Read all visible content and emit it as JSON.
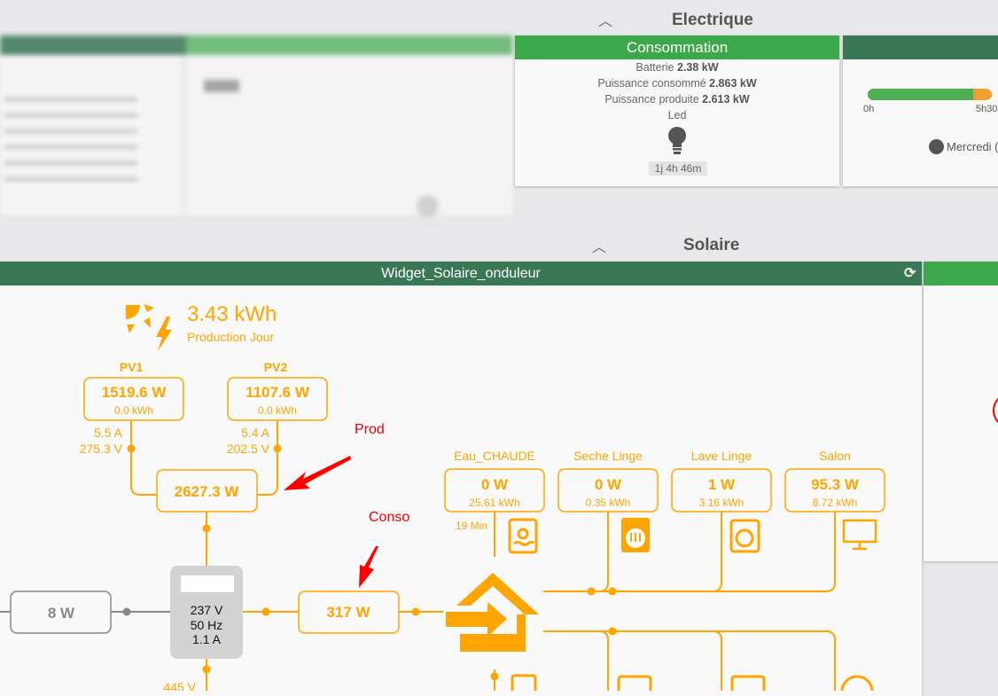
{
  "sections": {
    "electrique": "Electrique",
    "solaire": "Solaire"
  },
  "consommation": {
    "title": "Consommation",
    "rows": [
      {
        "label": "Batterie",
        "value": "2.38 kW"
      },
      {
        "label": "Puissance consommé",
        "value": "2.863 kW"
      },
      {
        "label": "Puissance produite",
        "value": "2.613 kW"
      }
    ],
    "led_label": "Led",
    "led_duration": "1j 4h 46m"
  },
  "timeline": {
    "start": "0h",
    "mark": "5h30",
    "day": "Mercredi (",
    "progress_green_pct": 85
  },
  "widget": {
    "title": "Widget_Solaire_onduleur",
    "production": {
      "value": "3.43 kWh",
      "label": "Production Jour"
    },
    "pv": [
      {
        "name": "PV1",
        "power": "1519.6 W",
        "energy": "0.0 kWh",
        "current": "5.5 A",
        "voltage": "275.3 V"
      },
      {
        "name": "PV2",
        "power": "1107.6 W",
        "energy": "0.0 kWh",
        "current": "5.4 A",
        "voltage": "202.5 V"
      }
    ],
    "total": "2627.3 W",
    "grid": "8 W",
    "meter": {
      "voltage": "237 V",
      "freq": "50 Hz",
      "current": "1.1 A"
    },
    "battery_voltage": "445 V",
    "house_power": "317 W",
    "consumers": [
      {
        "name": "Eau_CHAUDE",
        "power": "0 W",
        "energy": "25.61 kWh",
        "extra": "19 Min"
      },
      {
        "name": "Seche Linge",
        "power": "0 W",
        "energy": "0.35 kWh"
      },
      {
        "name": "Lave Linge",
        "power": "1 W",
        "energy": "3.16 kWh"
      },
      {
        "name": "Salon",
        "power": "95.3 W",
        "energy": "8.72 kWh"
      }
    ],
    "annotations": {
      "prod": "Prod",
      "conso": "Conso"
    }
  },
  "colors": {
    "orange": "#ffa500",
    "green": "#3ba84a",
    "dark_green": "#3a7757",
    "red": "#ff0000"
  }
}
